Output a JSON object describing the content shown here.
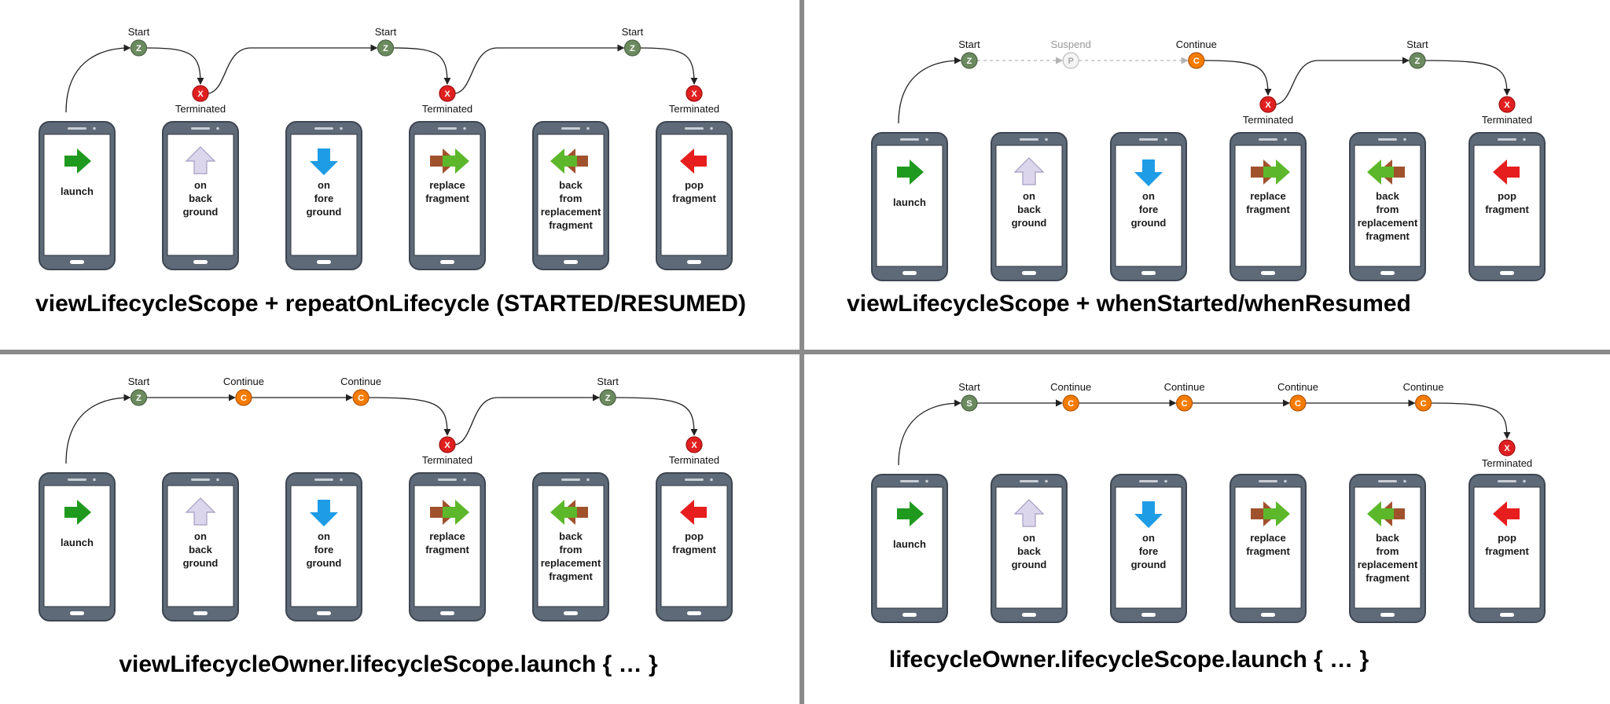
{
  "colors": {
    "divider": "#8a8a8a",
    "phone_body": "#5f6a78",
    "phone_edge": "#3e4652",
    "screen": "#ffffff",
    "start_node": "#6c8a5f",
    "continue_node": "#f57c00",
    "terminated_node": "#e02020",
    "suspend_node": "#f4f4f4",
    "line": "#222222",
    "dim_line": "#b3b3b3"
  },
  "panels": [
    {
      "title": "viewLifecycleScope + repeatOnLifecycle (STARTED/RESUMED)",
      "phones": [
        {
          "action": "launch",
          "lines": [
            "launch"
          ]
        },
        {
          "action": "background",
          "lines": [
            "on",
            "back",
            "ground"
          ]
        },
        {
          "action": "foreground",
          "lines": [
            "on",
            "fore",
            "ground"
          ]
        },
        {
          "action": "replace",
          "lines": [
            "replace",
            "fragment"
          ]
        },
        {
          "action": "back",
          "lines": [
            "back",
            "from",
            "replacement",
            "fragment"
          ]
        },
        {
          "action": "pop",
          "lines": [
            "pop",
            "fragment"
          ]
        }
      ],
      "nodes": [
        {
          "kind": "start",
          "letter": "Z",
          "label": "Start",
          "slot": 0.5,
          "level": "high"
        },
        {
          "kind": "terminated",
          "letter": "X",
          "label": "Terminated",
          "slot": 1,
          "level": "low"
        },
        {
          "kind": "start",
          "letter": "Z",
          "label": "Start",
          "slot": 2.5,
          "level": "high"
        },
        {
          "kind": "terminated",
          "letter": "X",
          "label": "Terminated",
          "slot": 3,
          "level": "low"
        },
        {
          "kind": "start",
          "letter": "Z",
          "label": "Start",
          "slot": 4.5,
          "level": "high"
        },
        {
          "kind": "terminated",
          "letter": "X",
          "label": "Terminated",
          "slot": 5,
          "level": "low"
        }
      ]
    },
    {
      "title": "viewLifecycleScope + whenStarted/whenResumed",
      "phones": [
        {
          "action": "launch",
          "lines": [
            "launch"
          ]
        },
        {
          "action": "background",
          "lines": [
            "on",
            "back",
            "ground"
          ]
        },
        {
          "action": "foreground",
          "lines": [
            "on",
            "fore",
            "ground"
          ]
        },
        {
          "action": "replace",
          "lines": [
            "replace",
            "fragment"
          ]
        },
        {
          "action": "back",
          "lines": [
            "back",
            "from",
            "replacement",
            "fragment"
          ]
        },
        {
          "action": "pop",
          "lines": [
            "pop",
            "fragment"
          ]
        }
      ],
      "nodes": [
        {
          "kind": "start",
          "letter": "Z",
          "label": "Start",
          "slot": 0.5,
          "level": "high"
        },
        {
          "kind": "suspend",
          "letter": "P",
          "label": "Suspend",
          "slot": 1.35,
          "level": "high"
        },
        {
          "kind": "continue",
          "letter": "C",
          "label": "Continue",
          "slot": 2.4,
          "level": "high"
        },
        {
          "kind": "terminated",
          "letter": "X",
          "label": "Terminated",
          "slot": 3,
          "level": "low"
        },
        {
          "kind": "start",
          "letter": "Z",
          "label": "Start",
          "slot": 4.25,
          "level": "high"
        },
        {
          "kind": "terminated",
          "letter": "X",
          "label": "Terminated",
          "slot": 5,
          "level": "low"
        }
      ]
    },
    {
      "title": "viewLifecycleOwner.lifecycleScope.launch { … }",
      "phones": [
        {
          "action": "launch",
          "lines": [
            "launch"
          ]
        },
        {
          "action": "background",
          "lines": [
            "on",
            "back",
            "ground"
          ]
        },
        {
          "action": "foreground",
          "lines": [
            "on",
            "fore",
            "ground"
          ]
        },
        {
          "action": "replace",
          "lines": [
            "replace",
            "fragment"
          ]
        },
        {
          "action": "back",
          "lines": [
            "back",
            "from",
            "replacement",
            "fragment"
          ]
        },
        {
          "action": "pop",
          "lines": [
            "pop",
            "fragment"
          ]
        }
      ],
      "nodes": [
        {
          "kind": "start",
          "letter": "Z",
          "label": "Start",
          "slot": 0.5,
          "level": "high"
        },
        {
          "kind": "continue",
          "letter": "C",
          "label": "Continue",
          "slot": 1.35,
          "level": "high"
        },
        {
          "kind": "continue",
          "letter": "C",
          "label": "Continue",
          "slot": 2.3,
          "level": "high"
        },
        {
          "kind": "terminated",
          "letter": "X",
          "label": "Terminated",
          "slot": 3,
          "level": "low"
        },
        {
          "kind": "start",
          "letter": "Z",
          "label": "Start",
          "slot": 4.3,
          "level": "high"
        },
        {
          "kind": "terminated",
          "letter": "X",
          "label": "Terminated",
          "slot": 5,
          "level": "low"
        }
      ]
    },
    {
      "title": "lifecycleOwner.lifecycleScope.launch { … }",
      "phones": [
        {
          "action": "launch",
          "lines": [
            "launch"
          ]
        },
        {
          "action": "background",
          "lines": [
            "on",
            "back",
            "ground"
          ]
        },
        {
          "action": "foreground",
          "lines": [
            "on",
            "fore",
            "ground"
          ]
        },
        {
          "action": "replace",
          "lines": [
            "replace",
            "fragment"
          ]
        },
        {
          "action": "back",
          "lines": [
            "back",
            "from",
            "replacement",
            "fragment"
          ]
        },
        {
          "action": "pop",
          "lines": [
            "pop",
            "fragment"
          ]
        }
      ],
      "nodes": [
        {
          "kind": "start",
          "letter": "S",
          "label": "Start",
          "slot": 0.5,
          "level": "high"
        },
        {
          "kind": "continue",
          "letter": "C",
          "label": "Continue",
          "slot": 1.35,
          "level": "high"
        },
        {
          "kind": "continue",
          "letter": "C",
          "label": "Continue",
          "slot": 2.3,
          "level": "high"
        },
        {
          "kind": "continue",
          "letter": "C",
          "label": "Continue",
          "slot": 3.25,
          "level": "high"
        },
        {
          "kind": "continue",
          "letter": "C",
          "label": "Continue",
          "slot": 4.3,
          "level": "high"
        },
        {
          "kind": "terminated",
          "letter": "X",
          "label": "Terminated",
          "slot": 5,
          "level": "low"
        }
      ]
    }
  ]
}
